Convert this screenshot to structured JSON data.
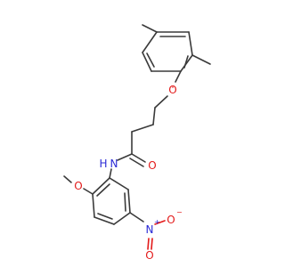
{
  "molecule": {
    "atom_labels": {
      "ether_oxygen": "O",
      "amide_nitrogen": "N",
      "amide_hydrogen": "H",
      "carbonyl_oxygen": "O",
      "methoxy_oxygen": "O",
      "nitro_nitrogen": "N",
      "nitro_n_charge": "+",
      "nitro_oxygen_top": "O",
      "nitro_oxygen_bottom": "O",
      "nitro_o_charge": "−"
    },
    "colors": {
      "carbon_bond": "#3a3a3a",
      "oxygen": "#e31b1b",
      "nitrogen": "#2b2bd6",
      "background": "#ffffff"
    }
  }
}
